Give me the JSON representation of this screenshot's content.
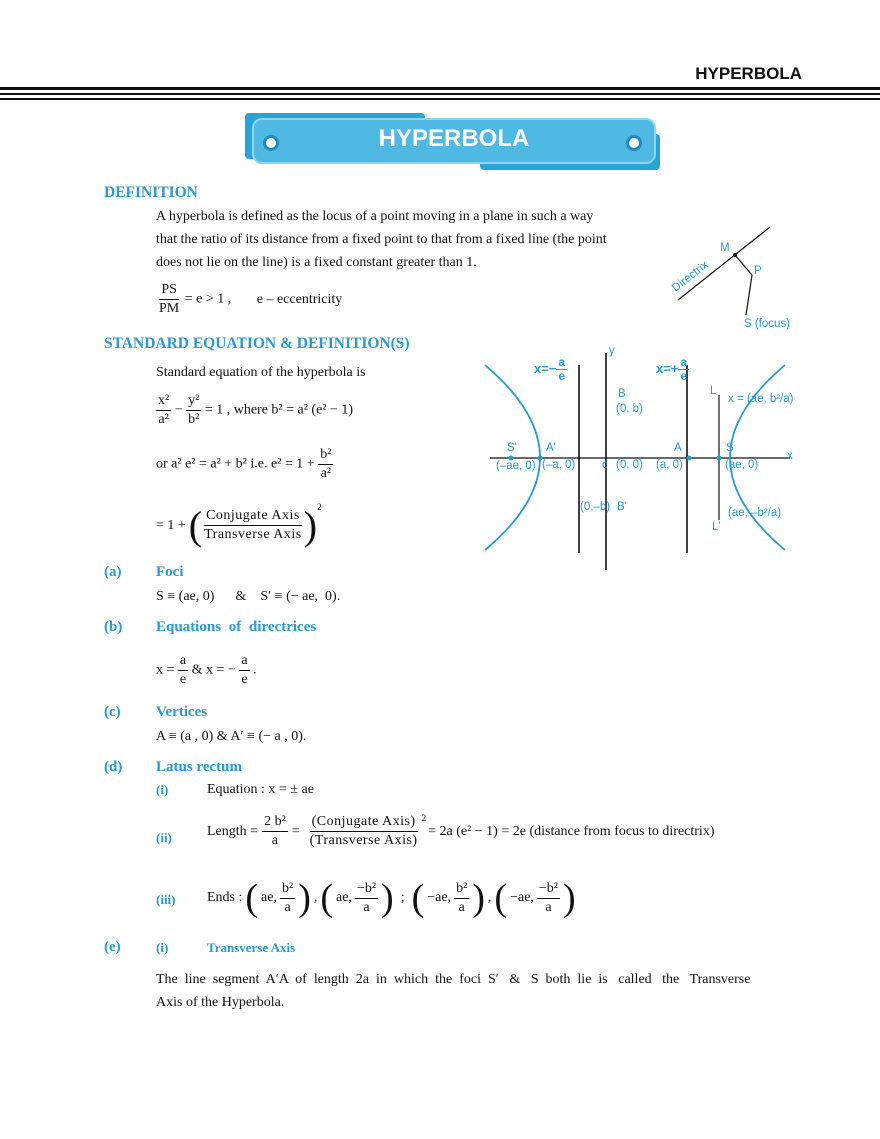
{
  "header": {
    "running_title": "HYPERBOLA"
  },
  "banner": {
    "title": "HYPERBOLA"
  },
  "definition": {
    "heading": "DEFINITION",
    "line1": "A hyperbola is defined as the locus of a point moving in a plane in such a way",
    "line2": "that the ratio of its distance from a fixed point to that from a fixed line (the point",
    "line3": "does not lie on the line) is a fixed constant greater than 1.",
    "frac_num": "PS",
    "frac_den": "PM",
    "formula_tail": "= e > 1 ,",
    "eccentricity_note": "e – eccentricity"
  },
  "small_diagram": {
    "m": "M",
    "p": "P",
    "s": "S (focus)",
    "directrix": "Directrix"
  },
  "standard": {
    "heading": "STANDARD EQUATION & DEFINITION(S)",
    "intro": "Standard equation of the hyperbola is",
    "eq_x_num": "x²",
    "eq_x_den": "a²",
    "eq_minus": "−",
    "eq_y_num": "y²",
    "eq_y_den": "b²",
    "eq_tail": "= 1 , where  b² = a² (e² − 1)",
    "or_line": "or  a² e² = a² + b² i.e.  e² = 1 +",
    "or_frac_num": "b²",
    "or_frac_den": "a²",
    "ratio_prefix": "= 1 +",
    "ratio_num": "Conjugate  Axis",
    "ratio_den": "Transverse  Axis",
    "ratio_exp": "2"
  },
  "main_diagram": {
    "x_left": "x=−",
    "x_left_num": "a",
    "x_left_den": "e",
    "x_right": "x=+",
    "x_right_num": "a",
    "x_right_den": "e",
    "y_axis": "y",
    "x_axis": "x",
    "B": "B",
    "B_coord": "(0, b)",
    "Bp": "B'",
    "Bp_coord": "(0,–b)",
    "L": "L",
    "L_eq": "x = (ae, b²/a)",
    "Lp": "L'",
    "Lp_coord": "(ae, –b²/a)",
    "Sp": "S'",
    "Sp_coord": "(–ae, 0)",
    "Ap": "A'",
    "Ap_coord": "(–a, 0)",
    "C": "c",
    "C_coord": "(0, 0)",
    "A": "A",
    "A_coord": "(a, 0)",
    "S": "S",
    "S_coord": "(ae, 0)"
  },
  "items": {
    "a": {
      "label": "(a)",
      "title": "Foci",
      "body": "S ≡ (ae, 0)      &    S′ ≡ (− ae,  0)."
    },
    "b": {
      "label": "(b)",
      "title": "Equations  of  directrices",
      "eq1": "x =",
      "num1": "a",
      "den1": "e",
      "amp": "&  x = −",
      "num2": "a",
      "den2": "e",
      "end": "."
    },
    "c": {
      "label": "(c)",
      "title": "Vertices",
      "body": "A ≡ (a , 0) & A′ ≡ (− a , 0)."
    },
    "d": {
      "label": "(d)",
      "title": "Latus rectum",
      "i_label": "(i)",
      "i_body": "Equation : x = ± ae",
      "ii_label": "(ii)",
      "ii_prefix": "Length =",
      "ii_num": "2 b²",
      "ii_den": "a",
      "ii_eq": "=",
      "ii_cnum": "(Conjugate Axis)",
      "ii_cden": "(Transverse Axis)",
      "ii_exp": "2",
      "ii_tail": "= 2a (e² − 1) = 2e (distance from focus to directrix)",
      "iii_label": "(iii)",
      "iii_prefix": "Ends :",
      "iii_p1a": "ae,",
      "iii_p1n": "b²",
      "iii_p1d": "a",
      "iii_p2a": "ae,",
      "iii_p2n": "−b²",
      "iii_p2d": "a",
      "iii_sep": ";",
      "iii_p3a": "−ae,",
      "iii_p3n": "b²",
      "iii_p3d": "a",
      "iii_p4a": "−ae,",
      "iii_p4n": "−b²",
      "iii_p4d": "a",
      "comma": ","
    },
    "e": {
      "label": "(e)",
      "i_label": "(i)",
      "title": "Transverse Axis",
      "body1": "The  line  segment  A′A  of  length  2a  in  which  the  foci  S′   &   S  both  lie  is   called   the   Transverse",
      "body2": "Axis of the  Hyperbola."
    }
  }
}
